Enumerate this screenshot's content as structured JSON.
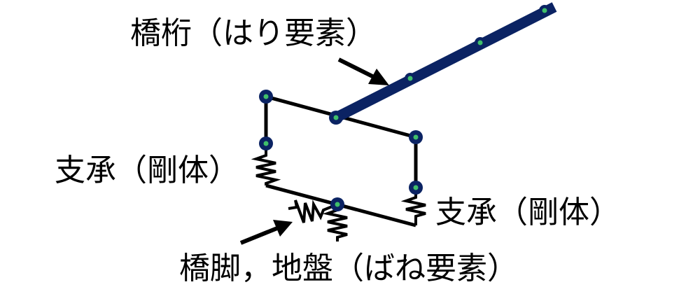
{
  "labels": {
    "girder": "橋桁（はり要素）",
    "bearing_left": "支承（剛体）",
    "bearing_right": "支承（剛体）",
    "pier": "橋脚，地盤（ばね要素）"
  },
  "colors": {
    "girder": "#0b2363",
    "node_fill": "#0b2363",
    "node_center": "#3fbf6a",
    "line": "#000000"
  }
}
